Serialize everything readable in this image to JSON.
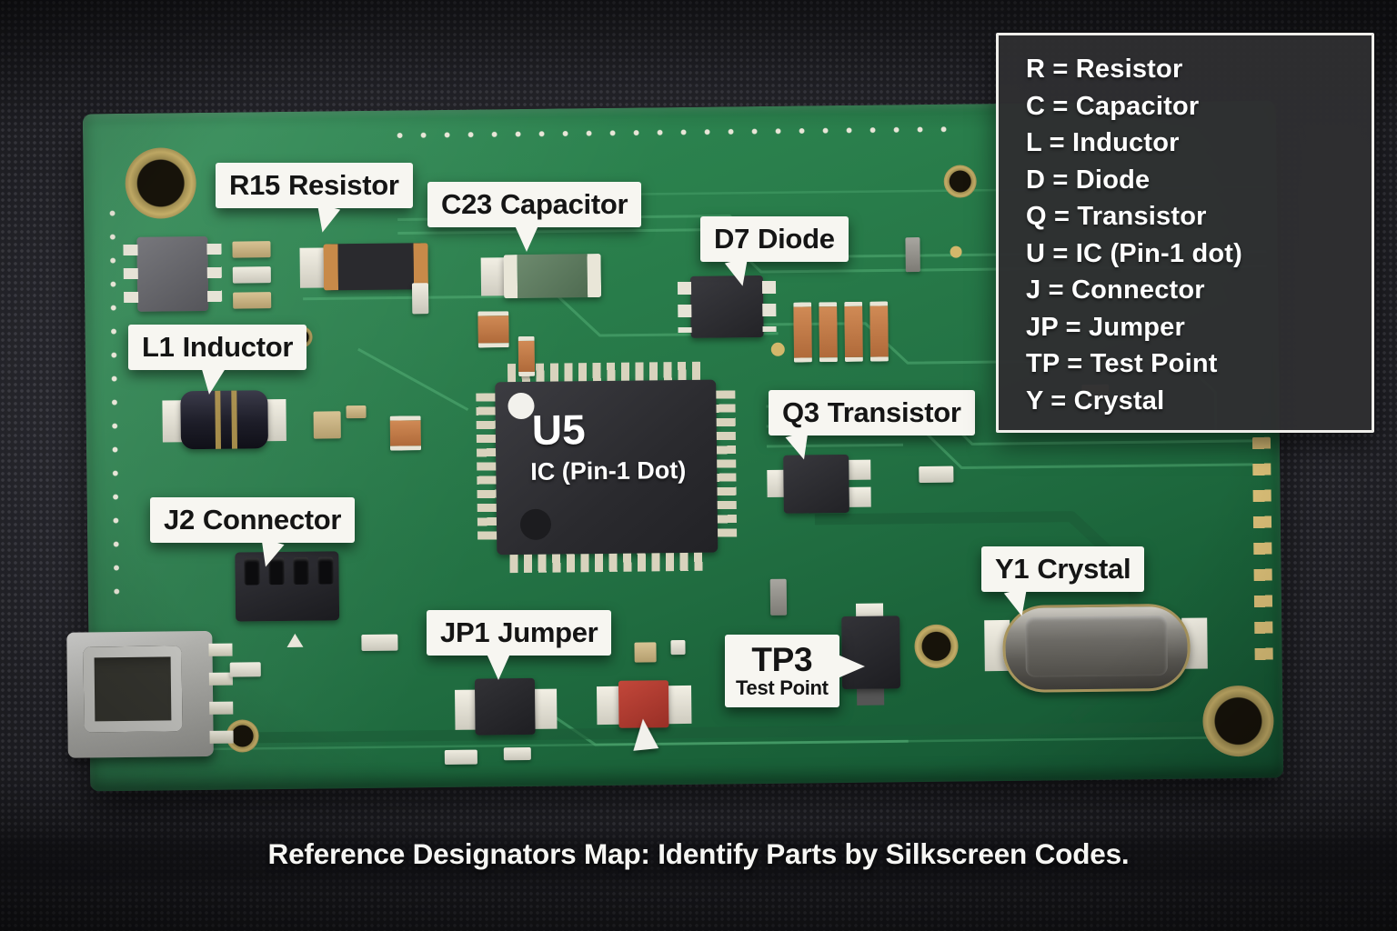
{
  "legend": {
    "items": [
      "R = Resistor",
      "C = Capacitor",
      "L = Inductor",
      "D = Diode",
      "Q = Transistor",
      "U = IC (Pin-1 dot)",
      "J = Connector",
      "JP = Jumper",
      "TP = Test Point",
      "Y = Crystal"
    ]
  },
  "callouts": {
    "r15": {
      "designator": "R15",
      "name": "Resistor"
    },
    "c23": {
      "designator": "C23",
      "name": "Capacitor"
    },
    "d7": {
      "designator": "D7",
      "name": "Diode"
    },
    "l1": {
      "designator": "L1",
      "name": "Inductor"
    },
    "q3": {
      "designator": "Q3",
      "name": "Transistor"
    },
    "j2": {
      "designator": "J2",
      "name": "Connector"
    },
    "jp1": {
      "designator": "JP1",
      "name": "Jumper"
    },
    "tp3": {
      "designator": "TP3",
      "name": "Test Point"
    },
    "y1": {
      "designator": "Y1",
      "name": "Crystal"
    }
  },
  "chip": {
    "designator": "U5",
    "label": "IC (Pin-1 Dot)"
  },
  "caption": "Reference Designators Map: Identify Parts by Silkscreen Codes.",
  "colors": {
    "pcb_green": "#237244",
    "label_bg": "#f7f6f1",
    "label_text": "#151515",
    "legend_bg": "#2e2e31",
    "legend_text": "#ffffff",
    "jumper_red": "#b5392e",
    "gold": "#c4ad67"
  }
}
